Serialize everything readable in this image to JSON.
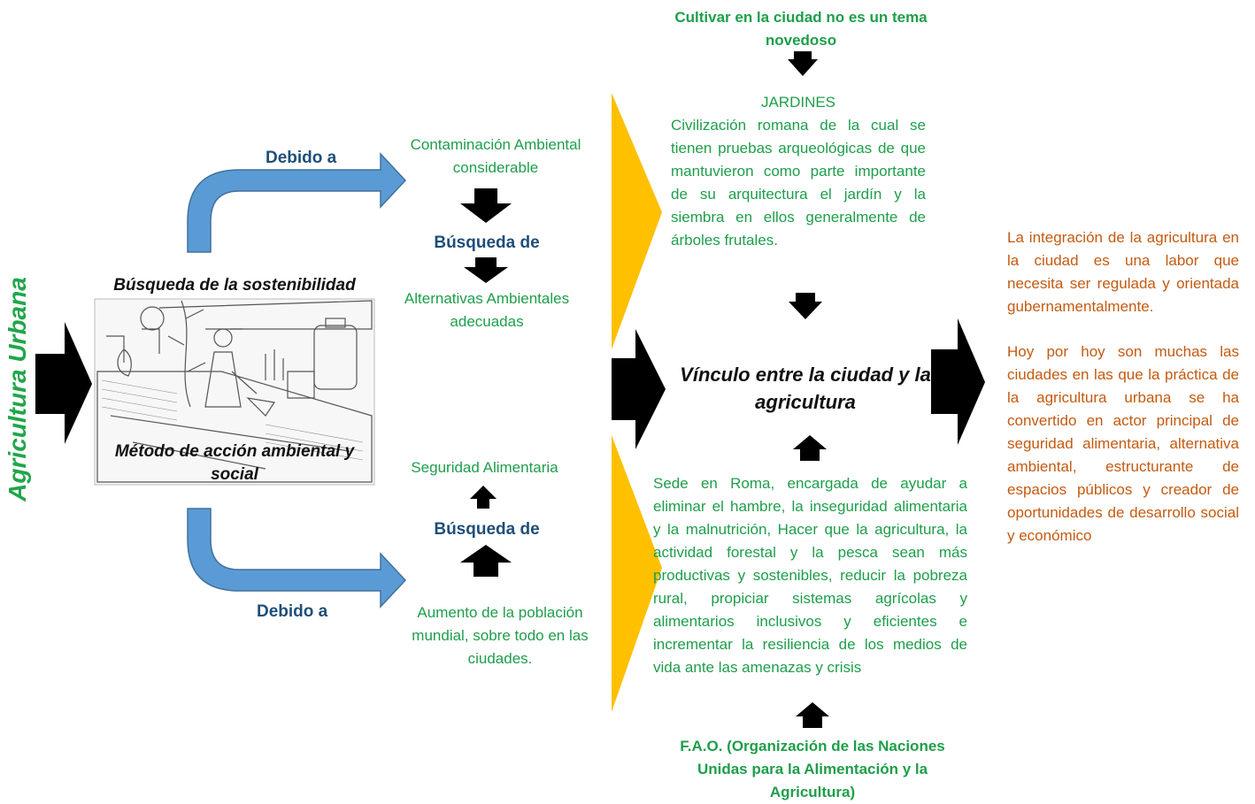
{
  "title": "Agricultura Urbana",
  "left": {
    "top_label": "Búsqueda de la sostenibilidad",
    "bottom_label": "Método de acción ambiental y social"
  },
  "branches": {
    "top_connector": "Debido a",
    "bottom_connector": "Debido a",
    "top_cause": "Contaminación Ambiental considerable",
    "top_search": "Búsqueda de",
    "top_result": "Alternativas Ambientales adecuadas",
    "bottom_result": "Seguridad Alimentaria",
    "bottom_search": "Búsqueda de",
    "bottom_cause": "Aumento de la población mundial, sobre todo en las ciudades."
  },
  "center": {
    "top_heading": "Cultivar en la ciudad no es un tema novedoso",
    "jardines_title": "JARDINES",
    "jardines_text": "Civilización romana de la cual se tienen pruebas arqueológicas de que mantuvieron como parte importante de su arquitectura el jardín y la siembra en ellos generalmente de árboles frutales.",
    "core": "Vínculo entre la ciudad y la agricultura",
    "fao_text": "Sede en Roma, encargada de ayudar a eliminar el hambre, la inseguridad alimentaria y la malnutrición, Hacer que la agricultura, la actividad forestal y la pesca sean más productivas y sostenibles, reducir la pobreza rural, propiciar sistemas agrícolas y alimentarios inclusivos y eficientes e incrementar la resiliencia de los medios de vida ante las amenazas y crisis",
    "fao_heading": "F.A.O. (Organización de las Naciones Unidas para la Alimentación y la Agricultura)"
  },
  "right": {
    "paragraph_1": "La integración de la agricultura en la ciudad es una labor que necesita ser regulada y orientada gubernamentalmente.",
    "paragraph_2": "Hoy por hoy son muchas las ciudades en las que la práctica de la agricultura urbana se ha convertido en actor principal de seguridad alimentaria, alternativa ambiental, estructurante de espacios públicos y creador de oportunidades de desarrollo social y económico"
  },
  "colors": {
    "green_text": "#1e9e4a",
    "title_green": "#21a64b",
    "orange_text": "#c55a11",
    "blue_label": "#1f4e79",
    "arrow_blue": "#5b9bd5",
    "chevron_yellow": "#ffc000"
  },
  "icons": {
    "illustration": "urban-garden-sketch"
  }
}
